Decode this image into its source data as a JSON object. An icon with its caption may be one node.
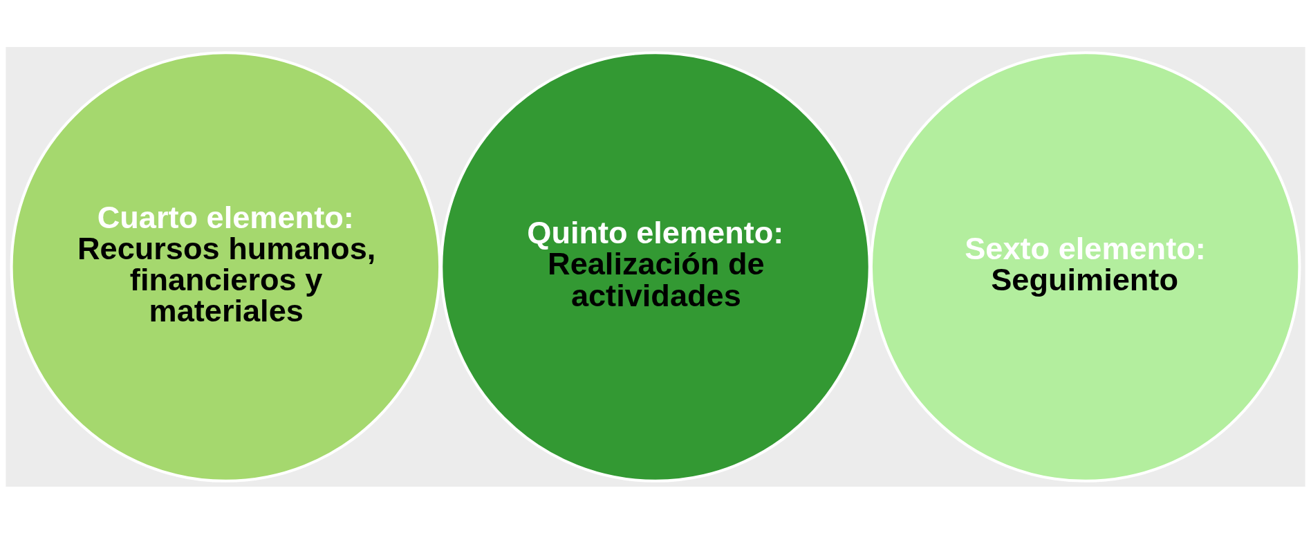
{
  "diagram": {
    "nodes": [
      {
        "text": [
          "Cuarto elemento:",
          "Recursos humanos, financieros y materiales"
        ]
      },
      {
        "text": [
          "Quinto elemento:",
          "Realización de actividades"
        ]
      },
      {
        "text": [
          "Sexto elemento:",
          "Seguimiento"
        ]
      }
    ]
  }
}
